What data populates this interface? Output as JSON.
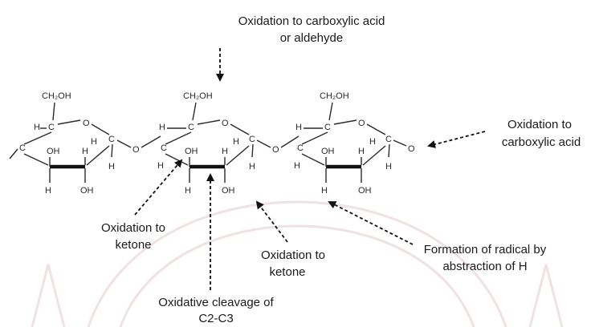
{
  "diagram": {
    "labels": {
      "top": [
        "Oxidation to carboxylic acid",
        "or aldehyde"
      ],
      "right": [
        "Oxidation to",
        "carboxylic acid"
      ],
      "left_ketone": [
        "Oxidation to",
        "ketone"
      ],
      "mid_ketone": [
        "Oxidation to",
        "ketone"
      ],
      "radical": [
        "Formation of radical by",
        "abstraction of H"
      ],
      "cleavage": [
        "Oxidative cleavage of",
        "C2-C3"
      ]
    },
    "atoms": {
      "ch2oh": "CH₂OH",
      "oh": "OH",
      "h": "H",
      "o": "O",
      "c": "C"
    },
    "colors": {
      "text": "#1a1a1a",
      "bond": "#2a2a2a",
      "watermark": "#f0e2e2"
    }
  }
}
